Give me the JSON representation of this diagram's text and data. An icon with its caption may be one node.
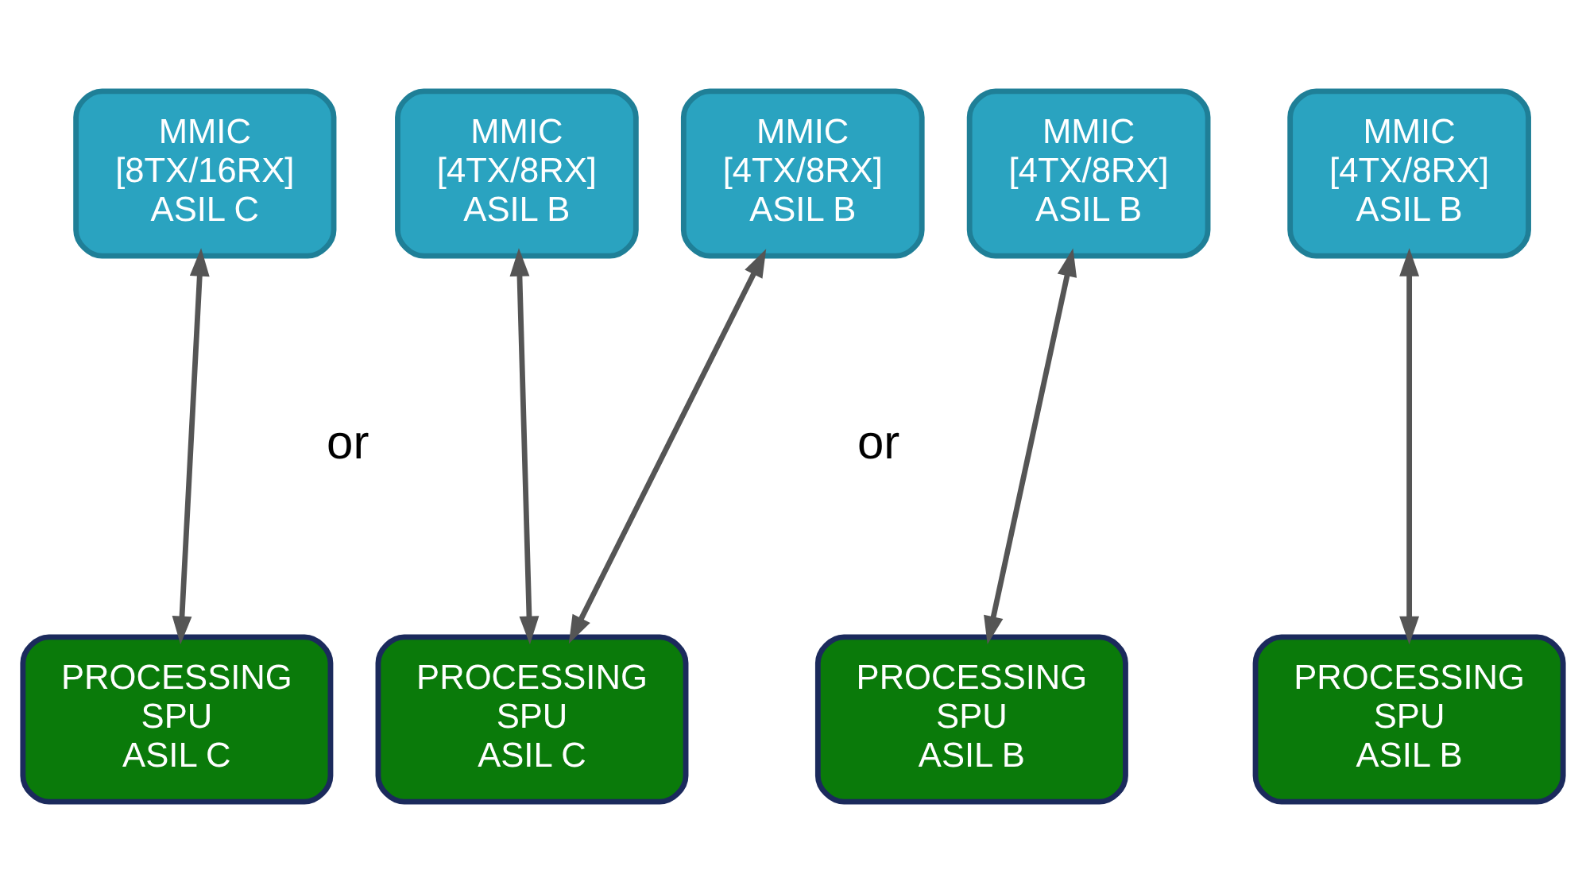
{
  "diagram": {
    "nodes": [
      {
        "text": [
          "MMIC",
          "[8TX/16RX]",
          "ASIL C"
        ]
      },
      {
        "text": [
          "PROCESSING",
          "SPU",
          "ASIL C"
        ]
      },
      {
        "text": [
          "MMIC",
          "[4TX/8RX]",
          "ASIL B"
        ]
      },
      {
        "text": [
          "MMIC",
          "[4TX/8RX]",
          "ASIL B"
        ]
      },
      {
        "text": [
          "PROCESSING",
          "SPU",
          "ASIL C"
        ]
      },
      {
        "text": [
          "MMIC",
          "[4TX/8RX]",
          "ASIL B"
        ]
      },
      {
        "text": [
          "MMIC",
          "[4TX/8RX]",
          "ASIL B"
        ]
      },
      {
        "text": [
          "PROCESSING",
          "SPU",
          "ASIL B"
        ]
      },
      {
        "text": [
          "PROCESSING",
          "SPU",
          "ASIL B"
        ]
      }
    ],
    "edges": [
      {
        "from": 0,
        "to": 1,
        "arrow": "both"
      },
      {
        "from": 2,
        "to": 4,
        "arrow": "both"
      },
      {
        "from": 3,
        "to": 4,
        "arrow": "both"
      },
      {
        "from": 5,
        "to": 7,
        "arrow": "both"
      },
      {
        "from": 6,
        "to": 8,
        "arrow": "both"
      }
    ],
    "labels": [
      "or",
      "or"
    ]
  }
}
